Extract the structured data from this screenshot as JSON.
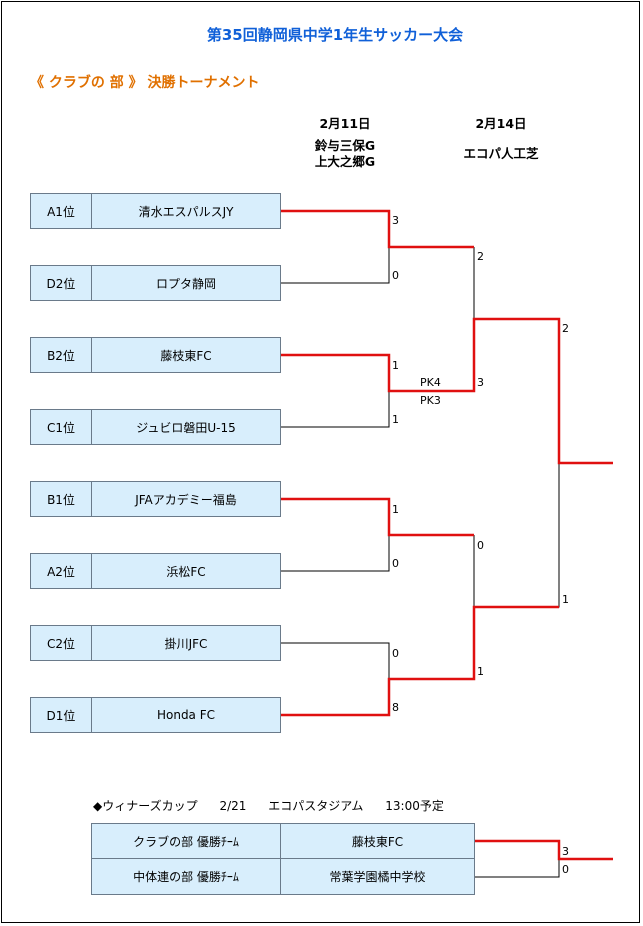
{
  "title": "第35回静岡県中学1年生サッカー大会",
  "subtitle": "《 クラブの 部 》 決勝トーナメント",
  "headers": {
    "round1_date": "2月11日",
    "round1_venue1": "鈴与三保G",
    "round1_venue2": "上大之郷G",
    "round2_date": "2月14日",
    "round2_venue": "エコパ人工芝"
  },
  "teams": [
    {
      "seed": "A1位",
      "name": "清水エスパルスJY"
    },
    {
      "seed": "D2位",
      "name": "ロプタ静岡"
    },
    {
      "seed": "B2位",
      "name": "藤枝東FC"
    },
    {
      "seed": "C1位",
      "name": "ジュビロ磐田U-15"
    },
    {
      "seed": "B1位",
      "name": "JFAアカデミー福島"
    },
    {
      "seed": "A2位",
      "name": "浜松FC"
    },
    {
      "seed": "C2位",
      "name": "掛川JFC"
    },
    {
      "seed": "D1位",
      "name": "Honda FC"
    }
  ],
  "scores": {
    "r1": [
      "3",
      "0",
      "1",
      "1",
      "1",
      "0",
      "0",
      "8"
    ],
    "r2": [
      "2",
      "3",
      "0",
      "1"
    ],
    "pk": [
      "PK4",
      "PK3"
    ],
    "final": [
      "2",
      "1"
    ]
  },
  "winners_cup": {
    "label": "◆ウィナーズカップ",
    "date": "2/21",
    "venue": "エコパスタジアム",
    "time": "13:00予定",
    "rows": [
      {
        "label": "クラブの部 優勝ﾁｰﾑ",
        "team": "藤枝東FC",
        "score": "3"
      },
      {
        "label": "中体連の部 優勝ﾁｰﾑ",
        "team": "常葉学園橘中学校",
        "score": "0"
      }
    ]
  },
  "colors": {
    "win_line": "#e01010",
    "lose_line": "#000000",
    "box_fill": "#d8eefc",
    "title": "#1060d8",
    "subtitle": "#e07000"
  }
}
